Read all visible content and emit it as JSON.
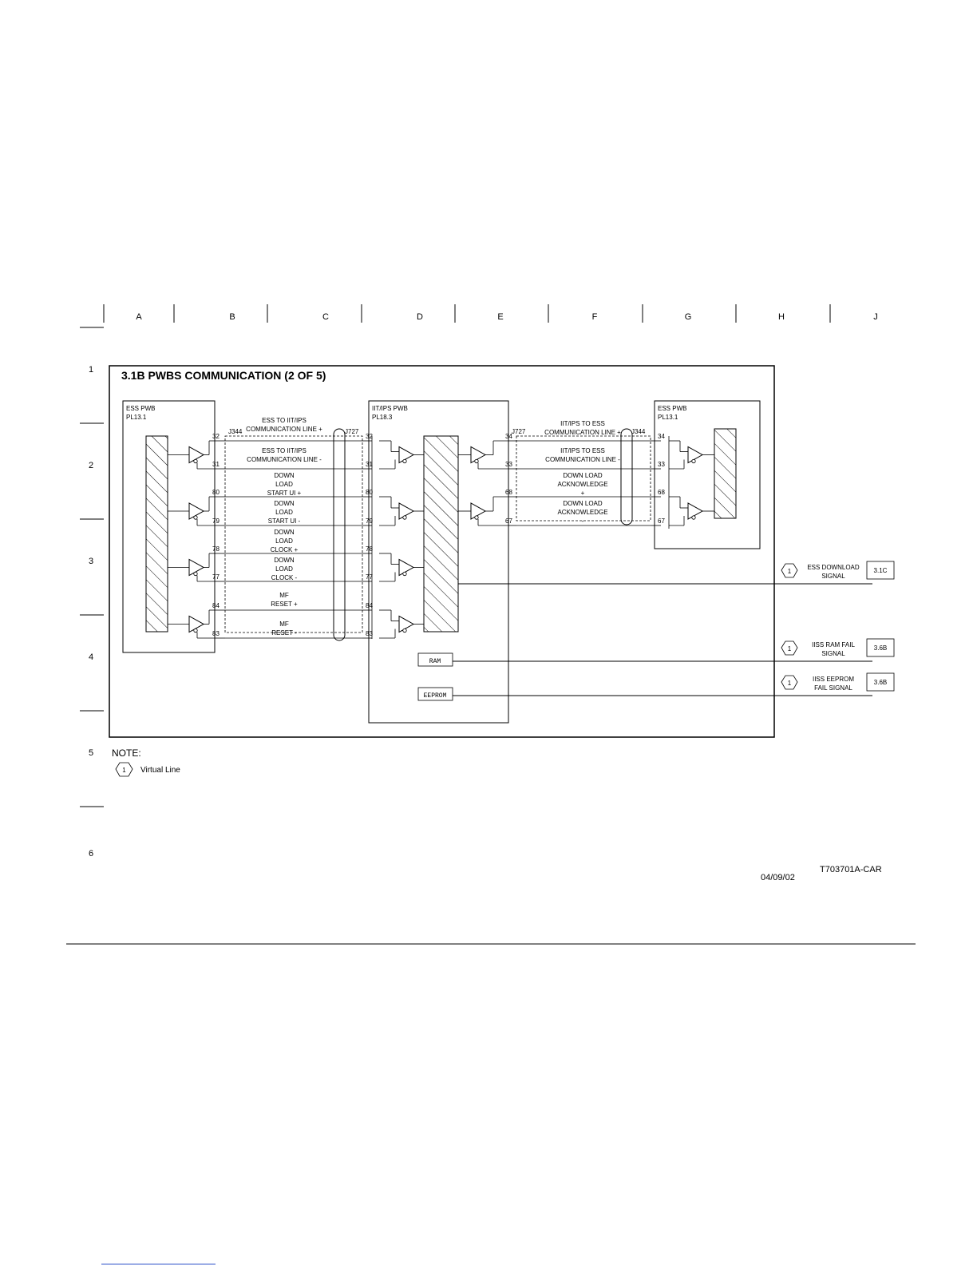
{
  "grid": {
    "columns": [
      "A",
      "B",
      "C",
      "D",
      "E",
      "F",
      "G",
      "H",
      "J"
    ],
    "rows": [
      "1",
      "2",
      "3",
      "4",
      "5",
      "6"
    ]
  },
  "title": "3.1B PWBS COMMUNICATION (2 OF 5)",
  "boards": {
    "left": {
      "name": "ESS PWB",
      "pl": "PL13.1"
    },
    "center": {
      "name": "IIT/IPS PWB",
      "pl": "PL18.3"
    },
    "right": {
      "name": "ESS PWB",
      "pl": "PL13.1"
    }
  },
  "connectors": {
    "left_a": "J344",
    "left_b": "J727",
    "right_a": "J727",
    "right_b": "J344"
  },
  "left_signals": [
    {
      "lines": [
        "ESS TO IIT/IPS",
        "COMMUNICATION LINE +"
      ],
      "pin": "32"
    },
    {
      "lines": [
        "ESS TO IIT/IPS",
        "COMMUNICATION LINE -"
      ],
      "pin": "31"
    },
    {
      "lines": [
        "DOWN",
        "LOAD",
        "START UI +"
      ],
      "pin": "80"
    },
    {
      "lines": [
        "DOWN",
        "LOAD",
        "START UI -"
      ],
      "pin": "79"
    },
    {
      "lines": [
        "DOWN",
        "LOAD",
        "CLOCK +"
      ],
      "pin": "78"
    },
    {
      "lines": [
        "DOWN",
        "LOAD",
        "CLOCK -"
      ],
      "pin": "77"
    },
    {
      "lines": [
        "MF",
        "RESET +"
      ],
      "pin": "84"
    },
    {
      "lines": [
        "MF",
        "RESET -"
      ],
      "pin": "83"
    }
  ],
  "right_signals": [
    {
      "lines": [
        "IIT/IPS TO ESS",
        "COMMUNICATION LINE +"
      ],
      "pin": "34"
    },
    {
      "lines": [
        "IIT/IPS TO ESS",
        "COMMUNICATION LINE -"
      ],
      "pin": "33"
    },
    {
      "lines": [
        "DOWN LOAD",
        "ACKNOWLEDGE",
        "+"
      ],
      "pin": "68"
    },
    {
      "lines": [
        "DOWN LOAD",
        "ACKNOWLEDGE",
        "-"
      ],
      "pin": "67"
    }
  ],
  "components": {
    "ram": "RAM",
    "eeprom": "EEPROM"
  },
  "outputs": [
    {
      "marker": "1",
      "lines": [
        "ESS DOWNLOAD",
        "SIGNAL"
      ],
      "ref": "3.1C"
    },
    {
      "marker": "1",
      "lines": [
        "IISS RAM FAIL",
        "SIGNAL"
      ],
      "ref": "3.6B"
    },
    {
      "marker": "1",
      "lines": [
        "IISS EEPROM",
        "FAIL SIGNAL"
      ],
      "ref": "3.6B"
    }
  ],
  "note": {
    "heading": "NOTE:",
    "marker": "1",
    "text": "Virtual Line"
  },
  "footer": {
    "date": "04/09/02",
    "doc_id": "T703701A-CAR"
  }
}
